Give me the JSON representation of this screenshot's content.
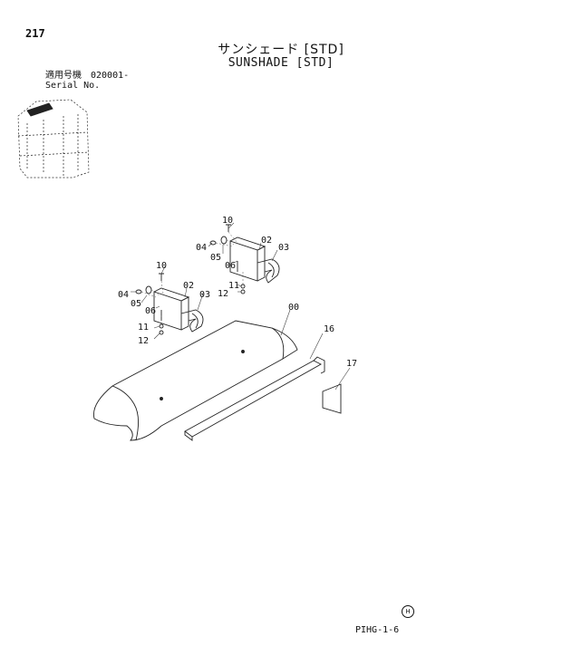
{
  "header": {
    "page_number": "217",
    "title_jp": "サンシェード [STD]",
    "title_en": "SUNSHADE [STD]"
  },
  "serial": {
    "label_jp": "適用号機",
    "value": "020001-",
    "label_en": "Serial No."
  },
  "callouts": {
    "upper_bracket": {
      "c10": "10",
      "c04": "04",
      "c05": "05",
      "c06": "06",
      "c02": "02",
      "c03": "03",
      "c11": "11",
      "c12": "12"
    },
    "lower_bracket": {
      "c10": "10",
      "c04": "04",
      "c05": "05",
      "c06": "06",
      "c02": "02",
      "c03": "03",
      "c11": "11",
      "c12": "12"
    },
    "c00": "00",
    "c16": "16",
    "c17": "17"
  },
  "footer": {
    "logo_text": "H",
    "page_code": "PIHG-1-6"
  }
}
